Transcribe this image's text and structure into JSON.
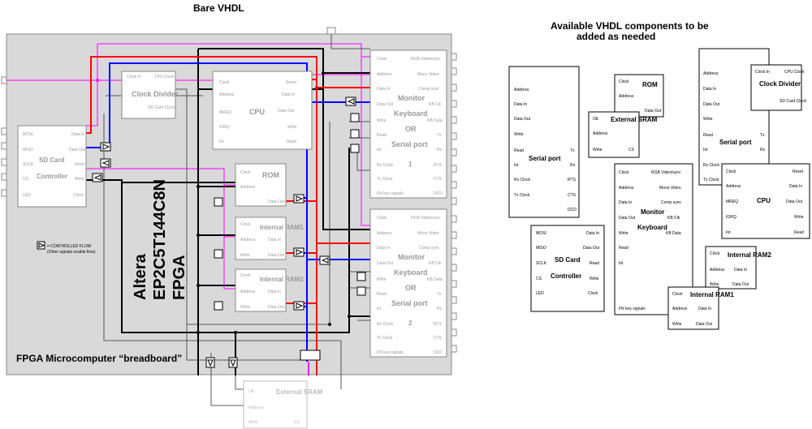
{
  "titles": {
    "left": "Bare VHDL",
    "right_line1": "Available VHDL components to be",
    "right_line2": "added as needed"
  },
  "fpga": {
    "chip_line1": "Altera",
    "chip_line2": "EP2C5T144C8N",
    "chip_line3": "FPGA",
    "caption": "FPGA Microcomputer “breadboard”",
    "legend_line1": "= CONTROLLED FLOW",
    "legend_line2": "(Other signals enable flow)"
  },
  "labels": {
    "clock": "Clock",
    "clock_in": "Clock In",
    "cpu_clock": "CPU Clock",
    "sd_card_clock": "SD Card Clock",
    "address": "Address",
    "data_in": "Data In",
    "data_out": "Data Out",
    "write": "Write",
    "read": "Read",
    "int": "Int",
    "reset": "Reset",
    "mreq": "MREQ",
    "iorq": "IORQ",
    "mosi": "MOSI",
    "miso": "MISO",
    "sclk": "SCLK",
    "cs": "CS",
    "led": "LED",
    "oe": "OE",
    "tx": "Tx",
    "rx": "Rx",
    "rts": "RTS",
    "cts": "CTS",
    "dcd": "DCD",
    "rx_clock": "Rx Clock",
    "tx_clock": "Tx Clock",
    "rgb_video_sync": "RGB Video/sync",
    "mono_video": "Mono Video",
    "comp_sync": "Comp sync",
    "kb_clk": "KB Clk",
    "kb_data": "KB Data",
    "fn_key_signals": "FN key signals"
  },
  "components": {
    "clock_divider": "Clock Divider",
    "cpu": "CPU",
    "sd_card": "SD Card",
    "controller": "Controller",
    "rom": "ROM",
    "internal_ram1": "Internal RAM1",
    "internal_ram2": "Internal RAM2",
    "monitor": "Monitor",
    "keyboard": "Keyboard",
    "or": "OR",
    "serial_port": "Serial port",
    "external_sram": "External SRAM",
    "num1": "1",
    "num2": "2"
  },
  "colors": {
    "data_out_bus": "#ff0000",
    "data_in_bus": "#0000ff",
    "control": "#ff00ff",
    "board": "#d8d8d8"
  }
}
